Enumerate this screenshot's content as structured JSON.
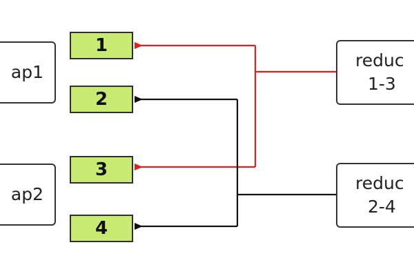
{
  "diagram": {
    "map_nodes": [
      {
        "label": "ap1"
      },
      {
        "label": "ap2"
      }
    ],
    "partitions": [
      {
        "label": "1"
      },
      {
        "label": "2"
      },
      {
        "label": "3"
      },
      {
        "label": "4"
      }
    ],
    "reduce_nodes": [
      {
        "line1": "reduc",
        "line2": "1-3"
      },
      {
        "line1": "reduc",
        "line2": "2-4"
      }
    ],
    "colors": {
      "partition_fill": "#c8ea73",
      "reduce_1_3_edges": "#e02020",
      "reduce_2_4_edges": "#111111",
      "node_border": "#333333"
    }
  }
}
